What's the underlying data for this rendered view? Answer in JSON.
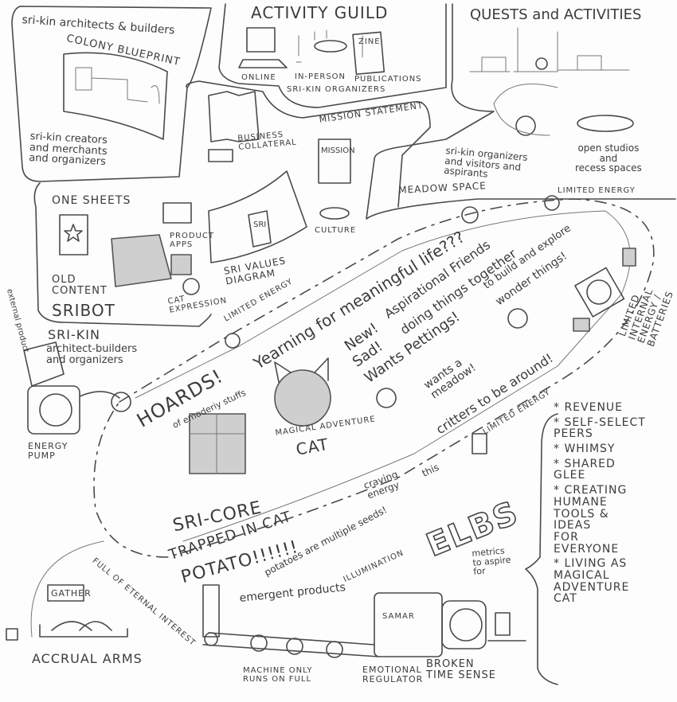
{
  "regions": {
    "architects": {
      "title": "sri-kin architects & builders",
      "blueprint": "COLONY BLUEPRINT",
      "creators": "sri-kin creators\nand merchants\nand organizers"
    },
    "activity_guild": {
      "title": "ACTIVITY GUILD",
      "online": "ONLINE",
      "in_person": "IN-PERSON",
      "publications": "PUBLICATIONS",
      "organizers": "SRI-KIN ORGANIZERS",
      "zine": "ZINE"
    },
    "quests": {
      "title": "QUESTS and ACTIVITIES",
      "studios": "open studios\nand\nrecess spaces",
      "visitors": "sri-kin organizers\nand visitors and\naspirants",
      "meadow": "MEADOW SPACE"
    },
    "collateral": {
      "business": "BUSINESS\nCOLLATERAL",
      "mission_statement": "MISSION STATEMENT",
      "mission": "MISSION",
      "culture": "CULTURE"
    },
    "sribot": {
      "one_sheets": "ONE SHEETS",
      "old_content": "OLD\nCONTENT",
      "title": "SRIBOT",
      "product_apps": "PRODUCT\nAPPS",
      "cat_expression": "CAT\nEXPRESSION",
      "values_diagram": "SRI VALUES\nDIAGRAM",
      "sri_badge": "SRI"
    },
    "left": {
      "external": "external product",
      "srikin": "SRI-KIN",
      "srikin_sub": "architect-builders\nand organizers",
      "energy_pump": "ENERGY\nPUMP"
    },
    "core": {
      "limited_energy": "LIMITED ENERGY",
      "yearning": "Yearning for meaningful life???",
      "new": "New!",
      "sad": "Sad!",
      "pettings": "Wants Pettings!",
      "aspirational": "Aspirational Friends",
      "doing": "doing things together",
      "build": "to build and explore",
      "wonder": "wonder things!",
      "meadow": "wants a\nmeadow!",
      "critters": "critters to be around!",
      "hoards": "HOARDS!",
      "hoards_sub": "of emoderiy stuffs",
      "cat_label": "MAGICAL ADVENTURE",
      "cat": "CAT",
      "craving": "craving\nenergy",
      "this": "this",
      "sri_core": "SRI-CORE",
      "trapped": "TRAPPED IN CAT",
      "potato": "POTATO!!!!!!",
      "potatoes": "potatoes are multiple seeds!",
      "batteries": "LIMITED\nINTERNAL\nENERGY /\nBATTERIES"
    },
    "machine": {
      "illumination": "ILLUMINATION",
      "elbs": "ELBS",
      "metrics": "metrics\nto aspire\nfor",
      "emergent": "emergent products",
      "gather": "GATHER",
      "accrual": "ACCRUAL ARMS",
      "eternal": "FULL OF ETERNAL INTEREST",
      "machine_full": "MACHINE ONLY\nRUNS ON FULL",
      "regulator": "EMOTIONAL\nREGULATOR",
      "broken_time": "BROKEN\nTIME SENSE",
      "samar": "SAMAR"
    },
    "values": [
      "* REVENUE",
      "* SELF-SELECT\n  PEERS",
      "* WHIMSY",
      "* SHARED\n  GLEE",
      "* CREATING\n  HUMANE\n  TOOLS &\n  IDEAS\n  for\n  EVERYONE",
      "* LIVING AS\n  MAGICAL\n  ADVENTURE\n  CAT"
    ]
  },
  "colors": {
    "pencil": "#3c3c3c",
    "paper": "#fdfdfd",
    "shade": "#cfcfcf"
  }
}
